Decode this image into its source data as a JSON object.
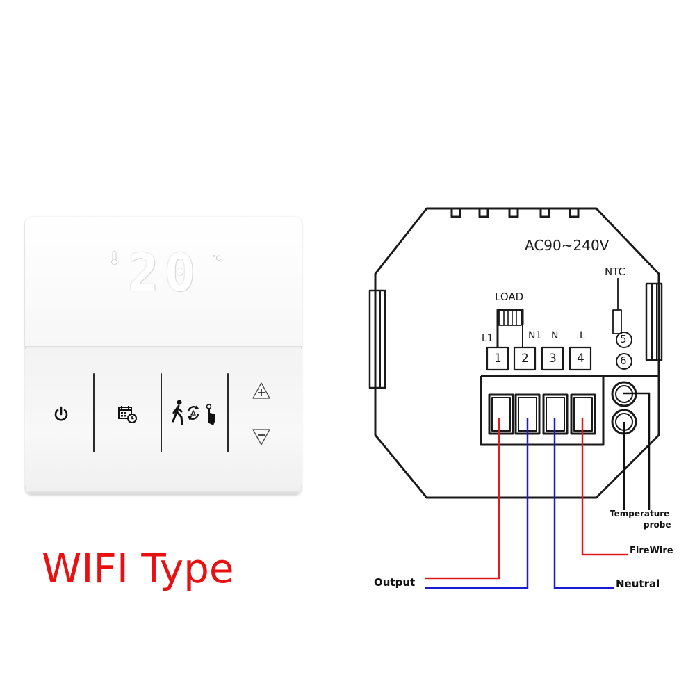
{
  "caption": "WIFI Type",
  "thermostat": {
    "display_value": "20",
    "display_unit": "°C",
    "buttons": [
      {
        "icon": "power-icon"
      },
      {
        "icon": "schedule-icon"
      },
      {
        "icon": "mode-icon"
      },
      {
        "icon": "increase-icon"
      },
      {
        "icon": "decrease-icon"
      }
    ]
  },
  "wiring": {
    "voltage": "AC90~240V",
    "ntc_label": "NTC",
    "load_label": "LOAD",
    "terminal_labels": [
      "L1",
      "N1",
      "N",
      "L"
    ],
    "terminal_numbers": [
      "1",
      "2",
      "3",
      "4"
    ],
    "sensor_terminals": [
      "5",
      "6"
    ],
    "callouts": {
      "output": "Output",
      "neutral": "Neutral",
      "firewire": "FireWire",
      "temperature_probe_line1": "Temperature",
      "temperature_probe_line2": "probe"
    },
    "colors": {
      "live": "#e01b1b",
      "neutral": "#1a1ad0",
      "probe": "#111111"
    }
  }
}
